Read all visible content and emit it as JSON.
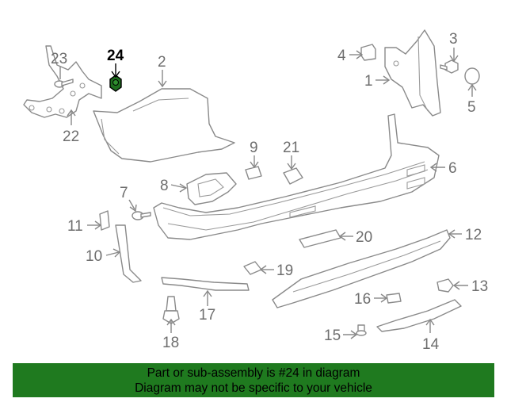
{
  "callouts": [
    {
      "id": "1",
      "highlight": false
    },
    {
      "id": "2",
      "highlight": false
    },
    {
      "id": "3",
      "highlight": false
    },
    {
      "id": "4",
      "highlight": false
    },
    {
      "id": "5",
      "highlight": false
    },
    {
      "id": "6",
      "highlight": false
    },
    {
      "id": "7",
      "highlight": false
    },
    {
      "id": "8",
      "highlight": false
    },
    {
      "id": "9",
      "highlight": false
    },
    {
      "id": "10",
      "highlight": false
    },
    {
      "id": "11",
      "highlight": false
    },
    {
      "id": "12",
      "highlight": false
    },
    {
      "id": "13",
      "highlight": false
    },
    {
      "id": "14",
      "highlight": false
    },
    {
      "id": "15",
      "highlight": false
    },
    {
      "id": "16",
      "highlight": false
    },
    {
      "id": "17",
      "highlight": false
    },
    {
      "id": "18",
      "highlight": false
    },
    {
      "id": "19",
      "highlight": false
    },
    {
      "id": "20",
      "highlight": false
    },
    {
      "id": "21",
      "highlight": false
    },
    {
      "id": "22",
      "highlight": false
    },
    {
      "id": "23",
      "highlight": false
    },
    {
      "id": "24",
      "highlight": true
    }
  ],
  "highlighted_part": "24",
  "colors": {
    "highlight_part": "#1e6e1e",
    "banner": "#1f7a1f",
    "line": "#8a8a8a"
  },
  "banner": {
    "line1": "Part or sub-assembly is #24 in diagram",
    "line2": "Diagram may not be specific to your vehicle"
  }
}
